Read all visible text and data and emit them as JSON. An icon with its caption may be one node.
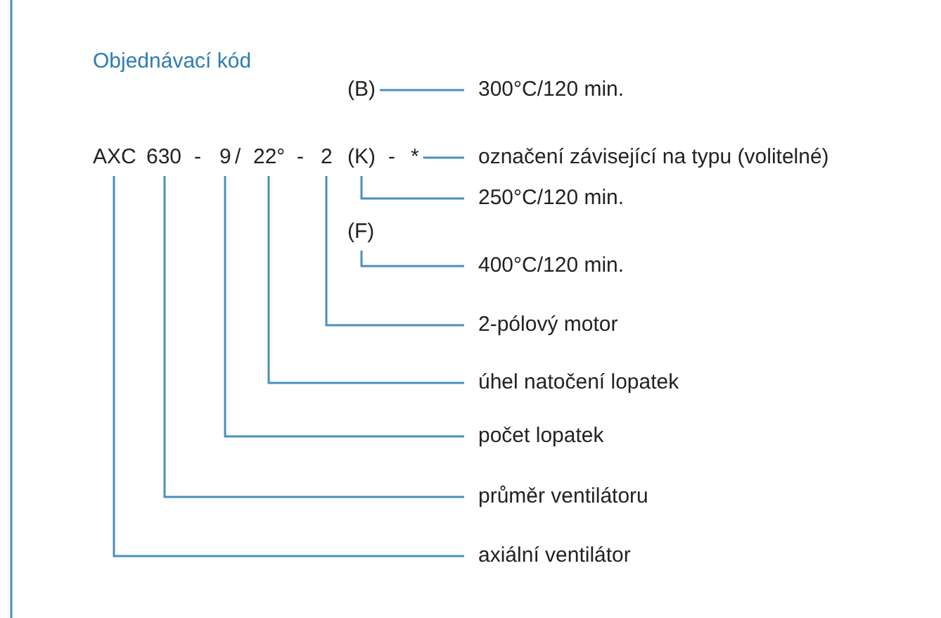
{
  "diagram": {
    "title": "Objednávací kód",
    "nodes": [
      {
        "text": [
          "(B)"
        ]
      },
      {
        "text": [
          "300°C/120 min."
        ]
      },
      {
        "text": [
          "AXC"
        ]
      },
      {
        "text": [
          "630"
        ]
      },
      {
        "text": [
          "9"
        ]
      },
      {
        "text": [
          "22°"
        ]
      },
      {
        "text": [
          "2"
        ]
      },
      {
        "text": [
          "(K)"
        ]
      },
      {
        "text": [
          "*"
        ]
      },
      {
        "text": [
          "označení závisející na typu (volitelné)"
        ]
      },
      {
        "text": [
          "250°C/120 min."
        ]
      },
      {
        "text": [
          "(F)"
        ]
      },
      {
        "text": [
          "400°C/120 min."
        ]
      },
      {
        "text": [
          "2-pólový motor"
        ]
      },
      {
        "text": [
          "úhel natočení lopatek"
        ]
      },
      {
        "text": [
          "počet lopatek"
        ]
      },
      {
        "text": [
          "průměr ventilátoru"
        ]
      },
      {
        "text": [
          "axiální ventilátor"
        ]
      }
    ],
    "edges": [
      {
        "from": 0,
        "to": 1,
        "arrow": "none"
      },
      {
        "from": 8,
        "to": 9,
        "arrow": "none"
      },
      {
        "from": 7,
        "to": 10,
        "arrow": "none"
      },
      {
        "from": 11,
        "to": 12,
        "arrow": "none"
      },
      {
        "from": 6,
        "to": 13,
        "arrow": "none"
      },
      {
        "from": 5,
        "to": 14,
        "arrow": "none"
      },
      {
        "from": 4,
        "to": 15,
        "arrow": "none"
      },
      {
        "from": 3,
        "to": 16,
        "arrow": "none"
      },
      {
        "from": 2,
        "to": 17,
        "arrow": "none"
      }
    ],
    "labels": [
      "-",
      "/",
      "-",
      "-"
    ]
  }
}
